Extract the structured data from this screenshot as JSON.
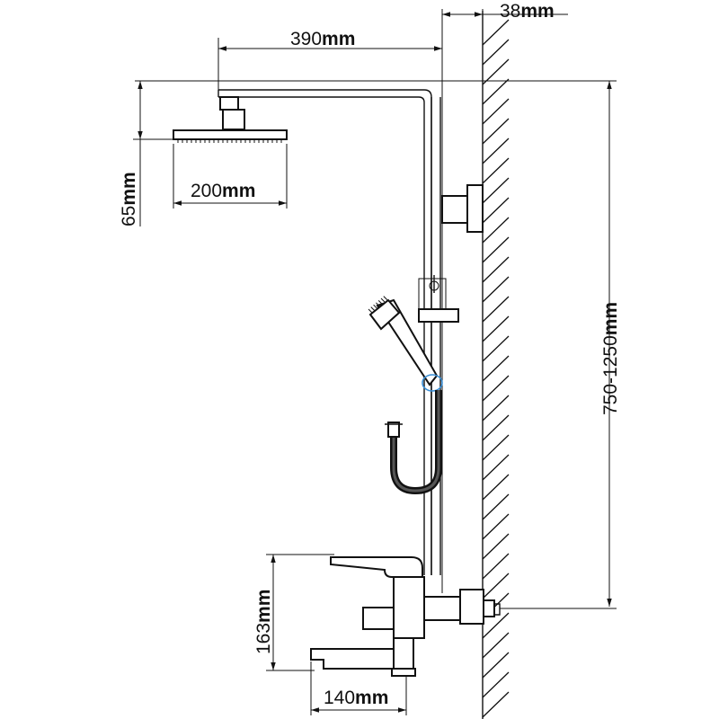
{
  "dimensions": {
    "wall_offset": {
      "value": "38",
      "unit": "mm"
    },
    "arm_length": {
      "value": "390",
      "unit": "mm"
    },
    "head_height": {
      "value": "65",
      "unit": "mm"
    },
    "head_width": {
      "value": "200",
      "unit": "mm"
    },
    "column_height": {
      "value": "750-1250",
      "unit": "mm"
    },
    "mixer_height": {
      "value": "163",
      "unit": "mm"
    },
    "spout_length": {
      "value": "140",
      "unit": "mm"
    }
  },
  "colors": {
    "line": "#111111",
    "background": "#ffffff",
    "accent": "#3a8fd6"
  }
}
